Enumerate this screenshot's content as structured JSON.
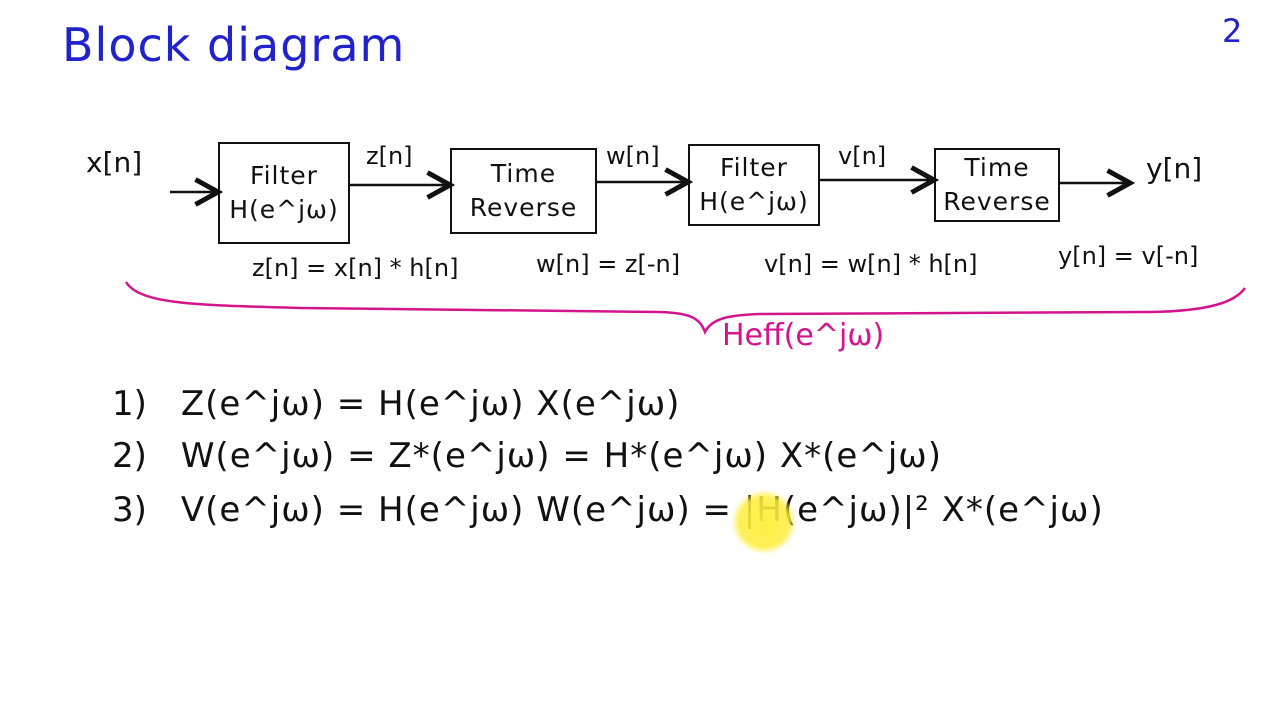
{
  "title": "Block diagram",
  "page_number": "2",
  "diagram": {
    "input_label": "x[n]",
    "output_label": "y[n]",
    "blocks": [
      {
        "line1": "Filter",
        "line2": "H(e^jω)"
      },
      {
        "line1": "Time",
        "line2": "Reverse"
      },
      {
        "line1": "Filter",
        "line2": "H(e^jω)"
      },
      {
        "line1": "Time",
        "line2": "Reverse"
      }
    ],
    "intermediate_signals": [
      "z[n]",
      "w[n]",
      "v[n]"
    ],
    "relations": [
      "z[n] = x[n] * h[n]",
      "w[n] = z[-n]",
      "v[n] = w[n] * h[n]",
      "y[n] = v[-n]"
    ],
    "brace_label": "Heff(e^jω)",
    "brace_color": "#d4148c"
  },
  "equations": [
    {
      "number": "1)",
      "text": "Z(e^jω) = H(e^jω) X(e^jω)"
    },
    {
      "number": "2)",
      "text": "W(e^jω) = Z*(e^jω) = H*(e^jω) X*(e^jω)"
    },
    {
      "number": "3)",
      "text": "V(e^jω) = H(e^jω) W(e^jω) = |H(e^jω)|² X*(e^jω)"
    }
  ],
  "colors": {
    "title": "#2222cc",
    "ink": "#111111",
    "highlight": "#d4148c",
    "cursor": "#ffee3c"
  }
}
